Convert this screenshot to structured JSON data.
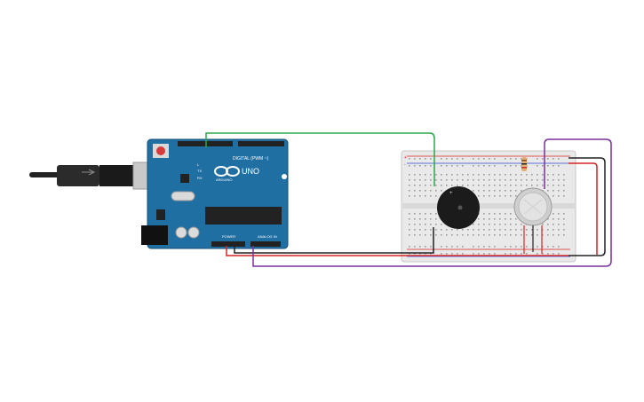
{
  "board": {
    "logo_text": "UNO",
    "brand_text": "ARDUINO",
    "digital_label": "DIGITAL (PWM ~)",
    "power_label": "POWER",
    "analog_label": "ANALOG IN",
    "tx_label": "TX",
    "rx_label": "RX",
    "l_label": "L"
  },
  "breadboard": {
    "rail_plus": "+",
    "rail_minus": "-"
  },
  "colors": {
    "board": "#1f6fa3",
    "wire_green": "#2aa84a",
    "wire_red": "#d92525",
    "wire_black": "#222222",
    "wire_purple": "#7b2f9e",
    "breadboard": "#e9e9e9"
  },
  "components": [
    "usb-cable",
    "arduino-uno",
    "breadboard",
    "piezo-buzzer",
    "gas-sensor",
    "resistor"
  ]
}
